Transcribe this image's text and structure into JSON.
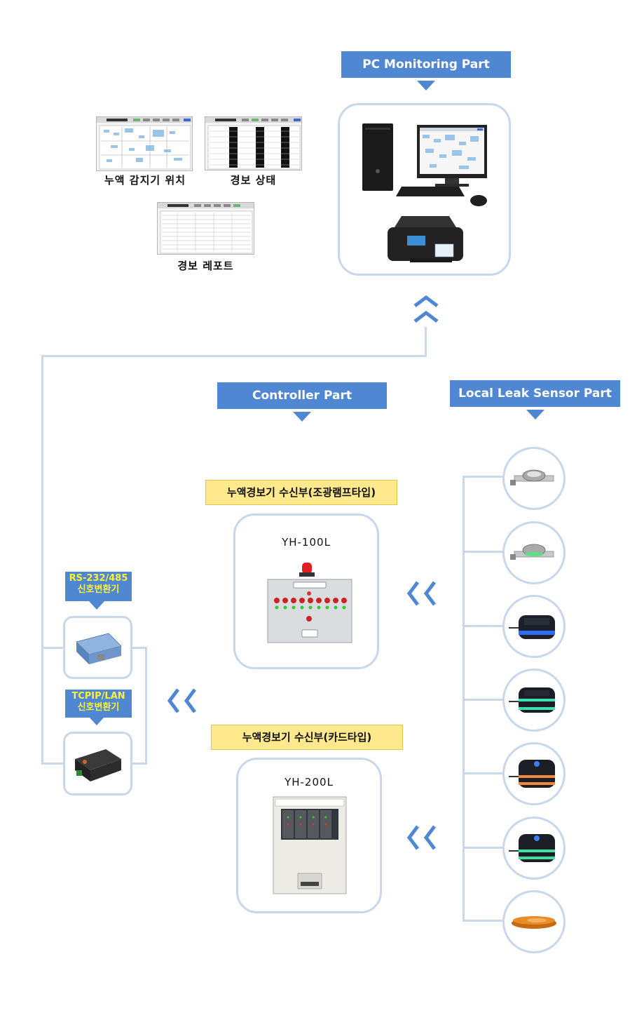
{
  "pc_part": {
    "header": "PC Monitoring Part"
  },
  "screens": {
    "sensor_location": "누액 감지기 위치",
    "alarm_status": "경보 상태",
    "alarm_report": "경보 레포트"
  },
  "controller_part": {
    "header": "Controller Part",
    "receiver_lamp": {
      "label": "누액경보기 수신부(조광램프타입)",
      "model": "YH-100L"
    },
    "receiver_card": {
      "label": "누액경보기 수신부(카드타입)",
      "model": "YH-200L"
    }
  },
  "sensor_part": {
    "header": "Local Leak Sensor Part"
  },
  "converters": {
    "serial_line1": "RS-232/485",
    "serial_line2": "신호변환기",
    "lan_line1": "TCPIP/LAN",
    "lan_line2": "신호변환기"
  },
  "colors": {
    "accent": "#4f87d2",
    "connector": "#c9d9eb",
    "label_bg": "#ffe98c",
    "converter_text": "#ffef3b"
  }
}
